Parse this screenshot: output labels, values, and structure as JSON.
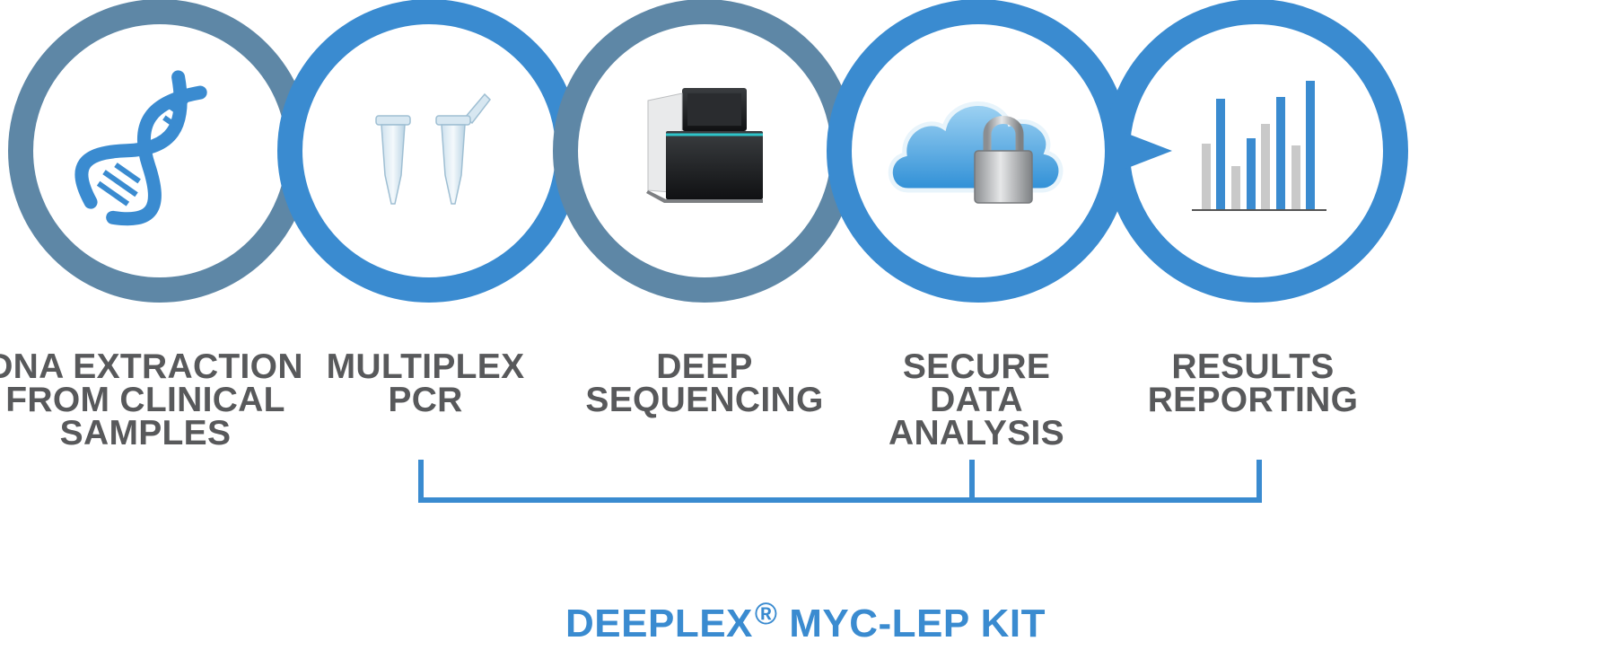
{
  "steps": [
    {
      "lines": [
        "DNA EXTRACTION",
        "FROM CLINICAL",
        "SAMPLES"
      ],
      "icon": "dna-helix-icon"
    },
    {
      "lines": [
        "MULTIPLEX",
        "PCR"
      ],
      "icon": "pcr-tubes-icon"
    },
    {
      "lines": [
        "DEEP",
        "SEQUENCING"
      ],
      "icon": "sequencer-icon"
    },
    {
      "lines": [
        "SECURE",
        "DATA",
        "ANALYSIS"
      ],
      "icon": "cloud-lock-icon"
    },
    {
      "lines": [
        "RESULTS",
        "REPORTING"
      ],
      "icon": "bar-chart-icon"
    }
  ],
  "kit": {
    "name": "DEEPLEX",
    "symbol": "®",
    "suffix": "MYC-LEP KIT"
  },
  "colors": {
    "slate": "#5e87a6",
    "blue": "#3a8bd0",
    "text": "#58595b",
    "gray_bar": "#c9c9c9"
  }
}
